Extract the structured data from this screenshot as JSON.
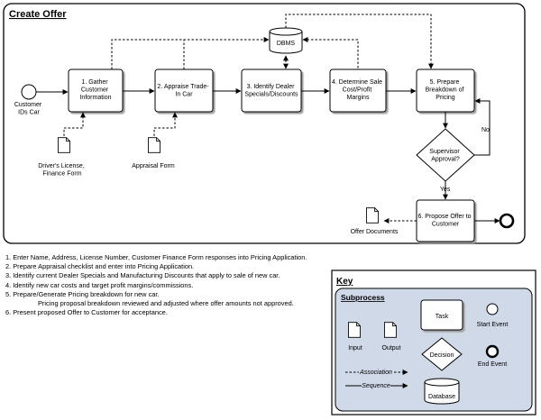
{
  "title": "Create Offer",
  "start_event": {
    "label": [
      "Customer",
      "IDs Car"
    ]
  },
  "tasks": [
    {
      "id": "t1",
      "lines": [
        "1. Gather",
        "Customer",
        "Information"
      ]
    },
    {
      "id": "t2",
      "lines": [
        "2. Appraise Trade-",
        "In Car"
      ]
    },
    {
      "id": "t3",
      "lines": [
        "3. Identify Dealer",
        "Specials/Discounts"
      ]
    },
    {
      "id": "t4",
      "lines": [
        "4. Determine Sale",
        "Cost/Profit",
        "Margins"
      ]
    },
    {
      "id": "t5",
      "lines": [
        "5. Prepare",
        "Breakdown of",
        "Pricing"
      ]
    },
    {
      "id": "t6",
      "lines": [
        "6. Propose Offer to",
        "Customer"
      ]
    }
  ],
  "database": {
    "label": "DBMS"
  },
  "decision": {
    "lines": [
      "Supervisor",
      "Approval?"
    ],
    "no_label": "No",
    "yes_label": "Yes"
  },
  "inputs": [
    {
      "id": "in1",
      "label": [
        "Driver's License,",
        "Finance Form"
      ]
    },
    {
      "id": "in2",
      "label": [
        "Appraisal Form"
      ]
    }
  ],
  "outputs": [
    {
      "id": "out1",
      "label": [
        "Offer Documents"
      ]
    }
  ],
  "notes": [
    {
      "text": "1. Enter Name, Address, License Number, Customer Finance Form responses into Pricing Application.",
      "indent": false
    },
    {
      "text": "2. Prepare Appraisal checklist and enter into Pricing Application.",
      "indent": false
    },
    {
      "text": "3. Identify current Dealer Specials and Manufacturing Discounts that apply to sale of new car.",
      "indent": false
    },
    {
      "text": "4. Identify new car costs and target profit margins/commissions.",
      "indent": false
    },
    {
      "text": "5. Prepare/Generate Pricing breakdown for new car.",
      "indent": false
    },
    {
      "text": "Pricing proposal breakdown reviewed and adjusted where offer amounts not approved.",
      "indent": true
    },
    {
      "text": "6. Present proposed Offer to Customer for acceptance.",
      "indent": false
    }
  ],
  "key": {
    "title": "Key",
    "subprocess": "Subprocess",
    "task": "Task",
    "start_event": "Start Event",
    "input": "Input",
    "output": "Output",
    "decision": "Decision",
    "end_event": "End Event",
    "association": "Association",
    "sequence": "Sequence",
    "database": "Database"
  }
}
